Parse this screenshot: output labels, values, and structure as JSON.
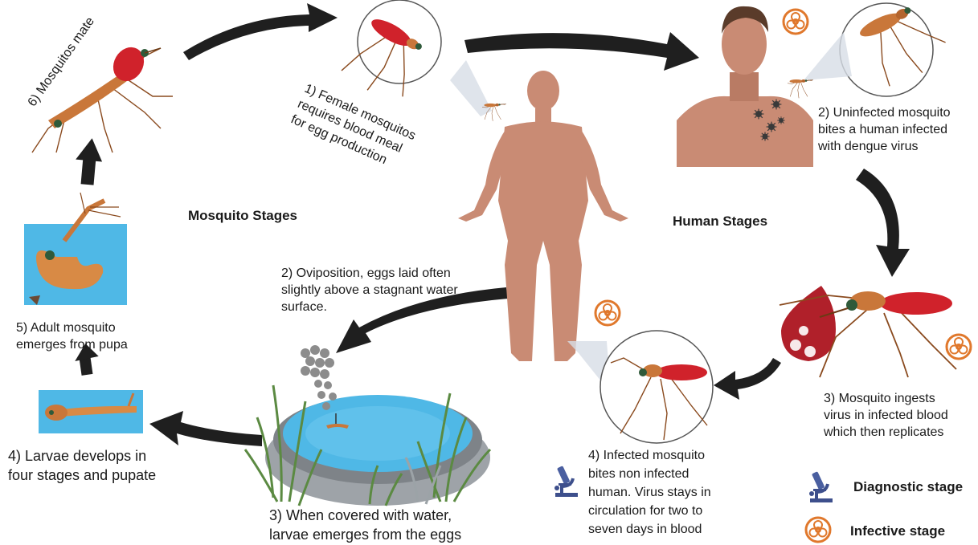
{
  "headings": {
    "mosquito": "Mosquito Stages",
    "human": "Human Stages"
  },
  "labels": {
    "mate": "6) Mosquitos mate",
    "female": [
      "1) Female mosquitos",
      "requires blood meal",
      "for egg production"
    ],
    "uninfected": [
      "2) Uninfected mosquito",
      "bites a human infected",
      "with dengue virus"
    ],
    "ingests": [
      "3) Mosquito ingests",
      "virus in infected blood",
      "which then replicates"
    ],
    "oviposition": [
      "2) Oviposition, eggs laid often",
      "slightly above a stagnant water",
      "surface."
    ],
    "adult": [
      "5) Adult mosquito",
      "emerges from pupa"
    ],
    "larvae": [
      "4) Larvae develops in",
      "four stages and pupate"
    ],
    "water": [
      "3) When covered with water,",
      "larvae emerges from the eggs"
    ],
    "infected_bite": [
      "4) Infected mosquito",
      "bites non infected",
      "human. Virus stays in",
      "circulation for two to",
      "seven days in blood"
    ]
  },
  "legend": {
    "diagnostic": "Diagnostic stage",
    "infective": "Infective stage"
  },
  "icons": {
    "diagnostic": "microscope-icon",
    "infective": "biohazard-icon"
  },
  "colors": {
    "skin": "#c98b74",
    "mosquito_body": "#c9773a",
    "blood": "#d0222b",
    "water": "#4fb8e6",
    "arrow": "#1f1f1f",
    "biohazard": "#e0782c",
    "microscope": "#3d4f8c"
  }
}
